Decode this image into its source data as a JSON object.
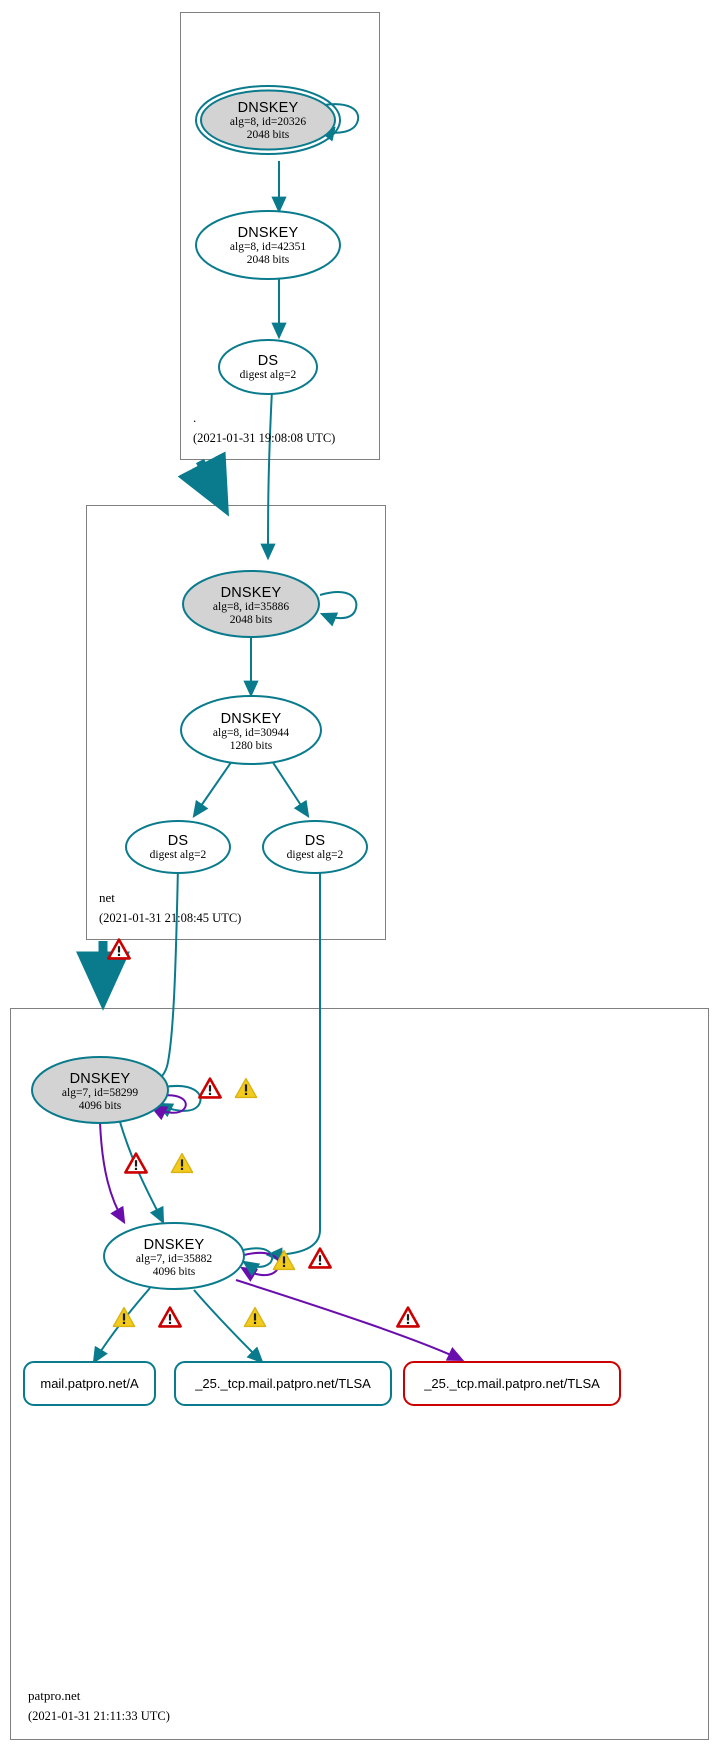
{
  "diagram": {
    "type": "dnssec-authentication-chain",
    "colors": {
      "teal": "#0a7b8c",
      "purple": "#6a0dad",
      "red": "#cc0000",
      "yellow": "#f2cb1d",
      "key_fill": "#d3d3d3",
      "box_border": "#808080",
      "white": "#ffffff"
    }
  },
  "zones": [
    {
      "id": "root",
      "label": ".",
      "timestamp": "(2021-01-31 19:08:08 UTC)",
      "nodes": [
        {
          "id": "root-ksk",
          "kind": "DNSKEY",
          "title": "DNSKEY",
          "line2": "alg=8, id=20326",
          "line3": "2048 bits",
          "style": "trust-anchor-double-ring",
          "fill": "#d3d3d3",
          "self_sign": true
        },
        {
          "id": "root-zsk",
          "kind": "DNSKEY",
          "title": "DNSKEY",
          "line2": "alg=8, id=42351",
          "line3": "2048 bits",
          "style": "single-ring",
          "fill": "#ffffff",
          "self_sign": false
        },
        {
          "id": "root-ds",
          "kind": "DS",
          "title": "DS",
          "line2": "digest alg=2",
          "line3": "",
          "style": "single-ring",
          "fill": "#ffffff",
          "self_sign": false
        }
      ]
    },
    {
      "id": "net",
      "label": "net",
      "timestamp": "(2021-01-31 21:08:45 UTC)",
      "nodes": [
        {
          "id": "net-ksk",
          "kind": "DNSKEY",
          "title": "DNSKEY",
          "line2": "alg=8, id=35886",
          "line3": "2048 bits",
          "style": "single-ring",
          "fill": "#d3d3d3",
          "self_sign": true
        },
        {
          "id": "net-zsk",
          "kind": "DNSKEY",
          "title": "DNSKEY",
          "line2": "alg=8, id=30944",
          "line3": "1280 bits",
          "style": "single-ring",
          "fill": "#ffffff",
          "self_sign": false
        },
        {
          "id": "net-ds-left",
          "kind": "DS",
          "title": "DS",
          "line2": "digest alg=2",
          "line3": "",
          "style": "single-ring",
          "fill": "#ffffff",
          "self_sign": false
        },
        {
          "id": "net-ds-right",
          "kind": "DS",
          "title": "DS",
          "line2": "digest alg=2",
          "line3": "",
          "style": "single-ring",
          "fill": "#ffffff",
          "self_sign": false
        }
      ]
    },
    {
      "id": "patpro",
      "label": "patpro.net",
      "timestamp": "(2021-01-31 21:11:33 UTC)",
      "nodes": [
        {
          "id": "patpro-ksk",
          "kind": "DNSKEY",
          "title": "DNSKEY",
          "line2": "alg=7, id=58299",
          "line3": "4096 bits",
          "style": "single-ring",
          "fill": "#d3d3d3",
          "self_sign": true
        },
        {
          "id": "patpro-zsk",
          "kind": "DNSKEY",
          "title": "DNSKEY",
          "line2": "alg=7, id=35882",
          "line3": "4096 bits",
          "style": "single-ring",
          "fill": "#ffffff",
          "self_sign": true
        }
      ],
      "leaves": [
        {
          "id": "leaf-a",
          "label": "mail.patpro.net/A",
          "border": "#0a7b8c"
        },
        {
          "id": "leaf-tlsa-ok",
          "label": "_25._tcp.mail.patpro.net/TLSA",
          "border": "#0a7b8c"
        },
        {
          "id": "leaf-tlsa-bad",
          "label": "_25._tcp.mail.patpro.net/TLSA",
          "border": "#cc0000"
        }
      ]
    }
  ],
  "status_icons": [
    {
      "id": "icon-delegation-net-patpro-error",
      "type": "error-icon",
      "severity": "error"
    },
    {
      "id": "icon-patpro-ksk-selfsign-error",
      "type": "error-icon",
      "severity": "error"
    },
    {
      "id": "icon-patpro-ksk-selfsign-warning",
      "type": "warning-icon",
      "severity": "warning"
    },
    {
      "id": "icon-ksk-to-zsk-error",
      "type": "error-icon",
      "severity": "error"
    },
    {
      "id": "icon-ksk-to-zsk-warning",
      "type": "warning-icon",
      "severity": "warning"
    },
    {
      "id": "icon-zsk-selfsign-warning",
      "type": "warning-icon",
      "severity": "warning"
    },
    {
      "id": "icon-zsk-selfsign-error",
      "type": "error-icon",
      "severity": "error"
    },
    {
      "id": "icon-leaf-a-warning",
      "type": "warning-icon",
      "severity": "warning"
    },
    {
      "id": "icon-leaf-a-error",
      "type": "error-icon",
      "severity": "error"
    },
    {
      "id": "icon-leaf-tlsa-warning",
      "type": "warning-icon",
      "severity": "warning"
    },
    {
      "id": "icon-leaf-tlsa-bad-error",
      "type": "error-icon",
      "severity": "error"
    }
  ]
}
